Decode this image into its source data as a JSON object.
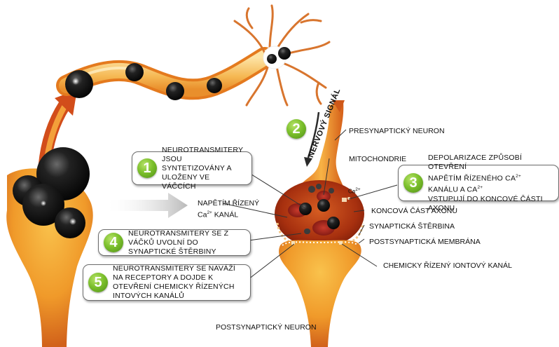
{
  "colors": {
    "neuron_light": "#f7c56a",
    "neuron_mid": "#ec9a2c",
    "neuron_dark": "#c2531c",
    "terminal": "#9b2a0e",
    "badge_green": "#7cc02c",
    "vesicle": "#1a1a1a"
  },
  "steps": [
    {
      "number": "1",
      "text": "NEUROTRANSMITERY JSOU SYNTETIZOVÁNY A ULOŽENY VE VÁČCÍCH"
    },
    {
      "number": "2",
      "text": "NERVOVÝ SIGNÁL"
    },
    {
      "number": "3",
      "text_line1": "DEPOLARIZACE ZPŮSOBÍ OTEVŘENÍ",
      "text_line2a": "NAPĚTÍM ŘÍZENÉHO Ca",
      "text_line2b": " KANÁLU A Ca",
      "text_line3": "VSTUPUJÍ DO KONCOVÉ ČÁSTI AXONU",
      "superscript": "2+"
    },
    {
      "number": "4",
      "text": "NEUROTRANSMITERY SE Z VÁČKŮ UVOLNÍ DO SYNAPTICKÉ ŠTĚRBINY"
    },
    {
      "number": "5",
      "text": "NEUROTRANSMITERY SE NAVÁŽÍ NA RECEPTORY A DOJDE K OTEVŘENÍ CHEMICKY ŘÍZENÝCH INTOVÝCH KANÁLŮ"
    }
  ],
  "labels": {
    "presynaptic": "PRESYNAPTICKÝ NEURON",
    "mitochondria": "MITOCHONDRIE",
    "ca_channel_line1": "NAPĚTÍM ŘÍZENÝ",
    "ca_channel_line2a": "Ca",
    "ca_channel_line2b": " KANÁL",
    "ca_ion": "Ca",
    "superscript": "2+",
    "axon_terminal": "KONCOVÁ ČÁST AXONU",
    "synaptic_cleft": "SYNAPTICKÁ ŠTĚRBINA",
    "postsynaptic_membrane": "POSTSYNAPTICKÁ MEMBRÁNA",
    "chemical_channel": "CHEMICKY ŘÍZENÝ IONTOVÝ KANÁL",
    "postsynaptic": "POSTSYNAPTICKÝ NEURON"
  }
}
